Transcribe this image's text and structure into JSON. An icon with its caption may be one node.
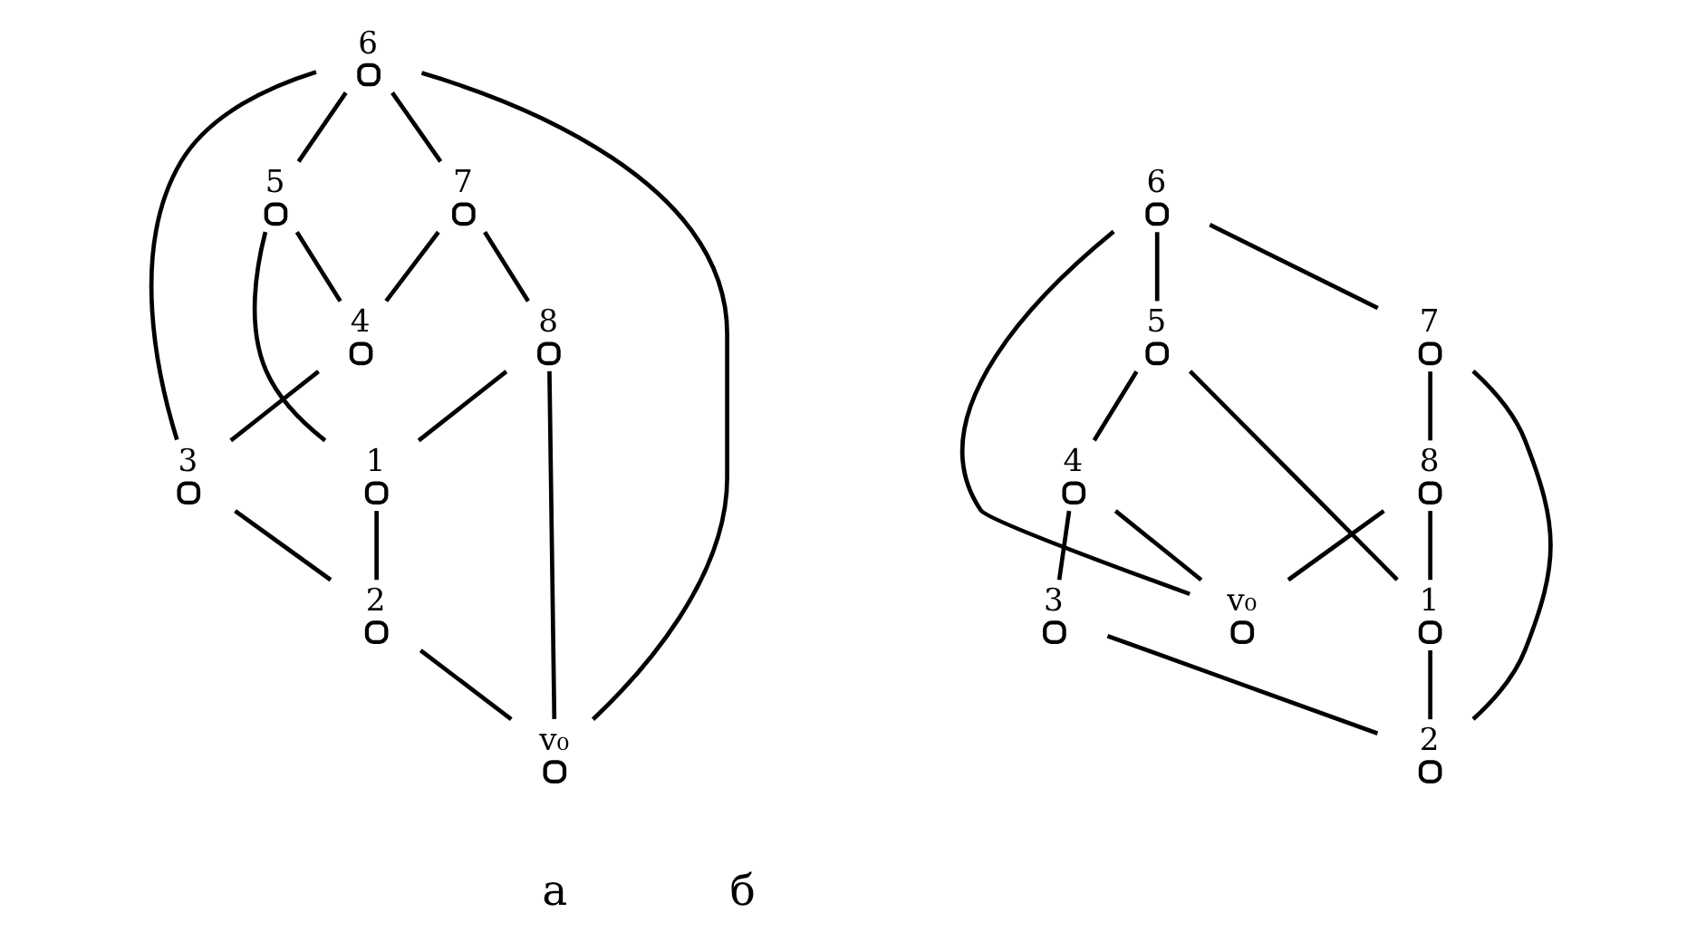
{
  "diagram": {
    "nodes": [
      {
        "text": [],
        "shape": "circle",
        "beside": [
          "6"
        ]
      },
      {
        "text": [],
        "shape": "circle",
        "beside": [
          "5"
        ]
      },
      {
        "text": [],
        "shape": "circle",
        "beside": [
          "7"
        ]
      },
      {
        "text": [],
        "shape": "circle",
        "beside": [
          "4"
        ]
      },
      {
        "text": [],
        "shape": "circle",
        "beside": [
          "8"
        ]
      },
      {
        "text": [],
        "shape": "circle",
        "beside": [
          "3"
        ]
      },
      {
        "text": [],
        "shape": "circle",
        "beside": [
          "1"
        ]
      },
      {
        "text": [],
        "shape": "circle",
        "beside": [
          "2"
        ]
      },
      {
        "text": [],
        "shape": "circle",
        "beside": [
          "v₀"
        ]
      },
      {
        "text": [],
        "shape": "circle",
        "beside": [
          "6"
        ]
      },
      {
        "text": [],
        "shape": "circle",
        "beside": [
          "5"
        ]
      },
      {
        "text": [],
        "shape": "circle",
        "beside": [
          "7"
        ]
      },
      {
        "text": [],
        "shape": "circle",
        "beside": [
          "4"
        ]
      },
      {
        "text": [],
        "shape": "circle",
        "beside": [
          "8"
        ]
      },
      {
        "text": [],
        "shape": "circle",
        "beside": [
          "3"
        ]
      },
      {
        "text": [],
        "shape": "circle",
        "beside": [
          "1"
        ]
      },
      {
        "text": [],
        "shape": "circle",
        "beside": [
          "2"
        ]
      },
      {
        "text": [],
        "shape": "circle",
        "beside": [
          "v₀"
        ]
      }
    ],
    "edges": [
      {
        "from": 0,
        "to": 1,
        "arrow": "none"
      },
      {
        "from": 0,
        "to": 2,
        "arrow": "none"
      },
      {
        "from": 0,
        "to": 5,
        "arrow": "none"
      },
      {
        "from": 2,
        "to": 3,
        "arrow": "none"
      },
      {
        "from": 1,
        "to": 6,
        "arrow": "none"
      },
      {
        "from": 1,
        "to": 3,
        "arrow": "none"
      },
      {
        "from": 3,
        "to": 5,
        "arrow": "none"
      },
      {
        "from": 5,
        "to": 7,
        "arrow": "none"
      },
      {
        "from": 6,
        "to": 7,
        "arrow": "none"
      },
      {
        "from": 4,
        "to": 6,
        "arrow": "none"
      },
      {
        "from": 2,
        "to": 4,
        "arrow": "none"
      },
      {
        "from": 0,
        "to": 8,
        "arrow": "none"
      },
      {
        "from": 4,
        "to": 8,
        "arrow": "none"
      },
      {
        "from": 7,
        "to": 8,
        "arrow": "none"
      },
      {
        "from": 9,
        "to": 10,
        "arrow": "none"
      },
      {
        "from": 9,
        "to": 11,
        "arrow": "none"
      },
      {
        "from": 11,
        "to": 13,
        "arrow": "none"
      },
      {
        "from": 11,
        "to": 16,
        "arrow": "none"
      },
      {
        "from": 10,
        "to": 15,
        "arrow": "none"
      },
      {
        "from": 10,
        "to": 12,
        "arrow": "none"
      },
      {
        "from": 12,
        "to": 14,
        "arrow": "none"
      },
      {
        "from": 14,
        "to": 16,
        "arrow": "none"
      },
      {
        "from": 15,
        "to": 16,
        "arrow": "none"
      },
      {
        "from": 13,
        "to": 15,
        "arrow": "none"
      },
      {
        "from": 9,
        "to": 17,
        "arrow": "none"
      },
      {
        "from": 13,
        "to": 17,
        "arrow": "none"
      },
      {
        "from": 12,
        "to": 17,
        "arrow": "none"
      }
    ],
    "labels": [
      "а",
      "б"
    ]
  }
}
